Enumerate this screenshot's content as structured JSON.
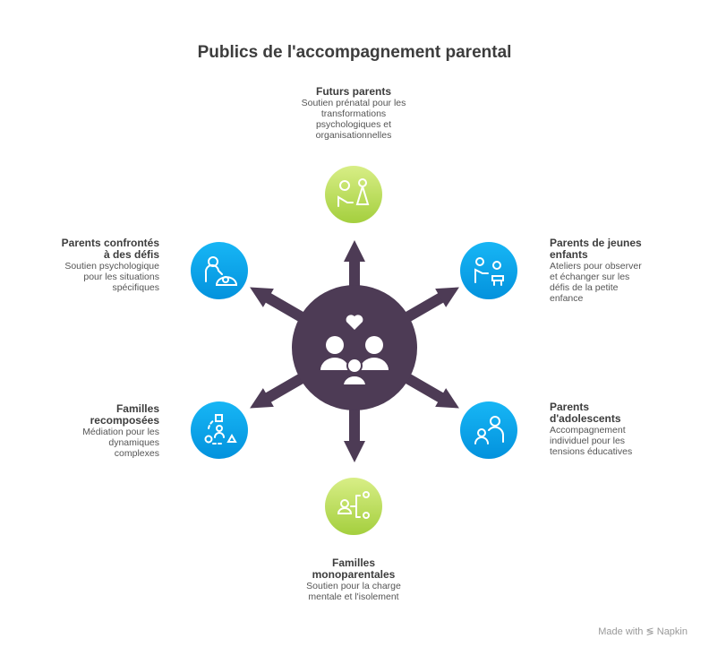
{
  "title": "Publics de l'accompagnement parental",
  "colors": {
    "hub": "#4d3b55",
    "blue": "#0aa2e8",
    "green": "#a9d24a"
  },
  "nodes": [
    {
      "title": "Futurs parents",
      "desc": "Soutien prénatal pour les transformations psychologiques et organisationnelles",
      "icon": "prenatal-consultation-icon"
    },
    {
      "title": "Parents de jeunes enfants",
      "desc": "Ateliers pour observer et échanger sur les défis de la petite enfance",
      "icon": "parent-child-play-icon"
    },
    {
      "title": "Parents d'adolescents",
      "desc": "Accompagnement individuel pour les tensions éducatives",
      "icon": "parent-teen-icon"
    },
    {
      "title": "Familles monoparentales",
      "desc": "Soutien pour la charge mentale et l'isolement",
      "icon": "single-parent-tree-icon"
    },
    {
      "title": "Familles recomposées",
      "desc": "Médiation pour les dynamiques complexes",
      "icon": "blended-family-icon"
    },
    {
      "title": "Parents confrontés à des défis",
      "desc": "Soutien psychologique pour les situations spécifiques",
      "icon": "psychological-support-icon"
    }
  ],
  "footer": {
    "made_with": "Made with",
    "brand": "Napkin"
  }
}
